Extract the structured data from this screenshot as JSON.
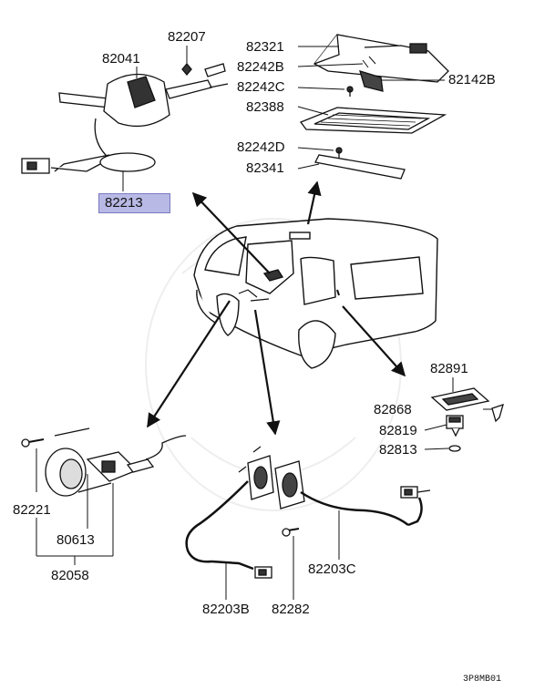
{
  "diagram": {
    "highlighted_part": "82213",
    "part_labels": {
      "p82207": "82207",
      "p82041": "82041",
      "p82213": "82213",
      "p82321": "82321",
      "p82242B": "82242B",
      "p82242C": "82242C",
      "p82142B": "82142B",
      "p82388": "82388",
      "p82242D": "82242D",
      "p82341": "82341",
      "p82891": "82891",
      "p82868": "82868",
      "p82819": "82819",
      "p82813": "82813",
      "p82221": "82221",
      "p80613": "80613",
      "p82058": "82058",
      "p82203C": "82203C",
      "p82203B": "82203B",
      "p82282": "82282"
    },
    "diagram_code": "3P8MB01",
    "colors": {
      "highlight": "#b9b9e6",
      "line": "#111111"
    }
  }
}
